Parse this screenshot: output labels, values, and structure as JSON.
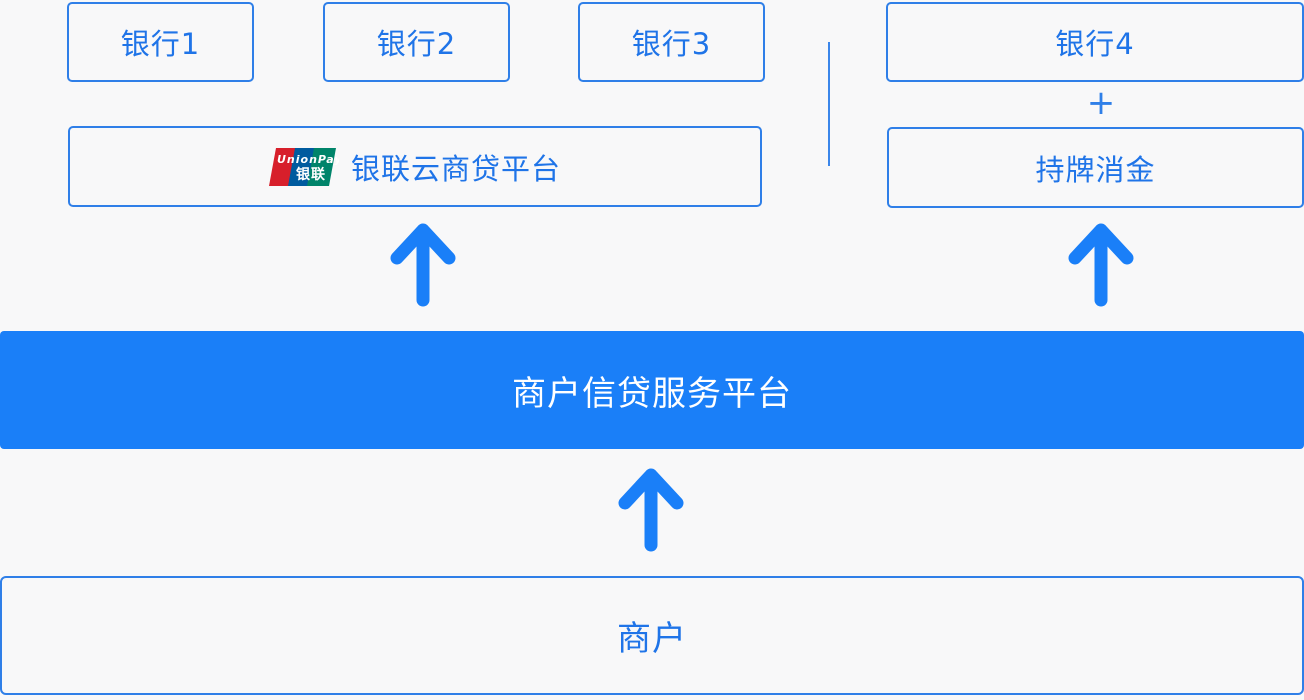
{
  "banks": [
    {
      "label": "银行1"
    },
    {
      "label": "银行2"
    },
    {
      "label": "银行3"
    },
    {
      "label": "银行4"
    }
  ],
  "union_platform": {
    "label": "银联云商贷平台",
    "logo_text_en": "UnionPay",
    "logo_text_cn": "银联"
  },
  "licensed_consumer_finance": {
    "label": "持牌消金"
  },
  "merchant_service_platform": {
    "label": "商户信贷服务平台"
  },
  "merchant": {
    "label": "商户"
  },
  "connector": {
    "plus": "+"
  },
  "colors": {
    "brand_blue": "#1a7ff8",
    "line_blue": "#2f7fe8",
    "background": "#f8f8f9",
    "unionpay_red": "#d71f2b",
    "unionpay_blue": "#005b9f",
    "unionpay_green": "#00846a"
  },
  "icons": {
    "up_arrow": "up-arrow-icon",
    "unionpay_logo": "unionpay-logo-icon"
  }
}
